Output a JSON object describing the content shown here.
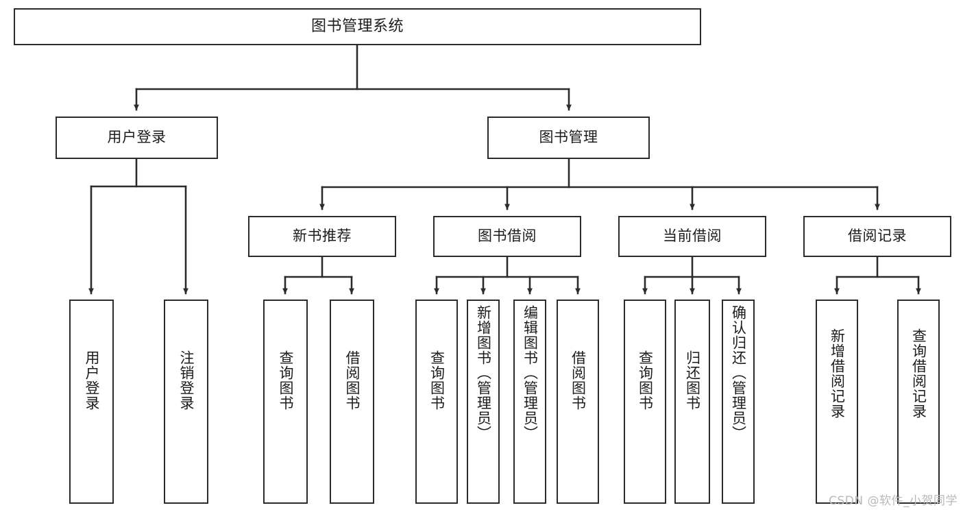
{
  "diagram": {
    "title": "图书管理系统",
    "type": "tree",
    "line_color": "#2b2b2b",
    "box_border_color": "#2b2b2b",
    "box_fill_color": "#ffffff",
    "text_color": "#1c1c1c",
    "background_color": "#ffffff"
  },
  "watermark": {
    "text": "CSDN @软件_小贺同学",
    "color": "#b9b9b9"
  },
  "nodes": {
    "root": {
      "label": "图书管理系统"
    },
    "level2": [
      {
        "id": "user-login",
        "label": "用户登录"
      },
      {
        "id": "book-manage",
        "label": "图书管理"
      }
    ],
    "level3": [
      {
        "id": "new-book-recommend",
        "label": "新书推荐"
      },
      {
        "id": "book-borrow",
        "label": "图书借阅"
      },
      {
        "id": "current-borrow",
        "label": "当前借阅"
      },
      {
        "id": "borrow-record",
        "label": "借阅记录"
      }
    ],
    "leaves": [
      {
        "id": "leaf-user-login",
        "parent": "user-login",
        "label": "用户登录"
      },
      {
        "id": "leaf-logout",
        "parent": "user-login",
        "label": "注销登录"
      },
      {
        "id": "leaf-query-book-1",
        "parent": "new-book-recommend",
        "label": "查询图书"
      },
      {
        "id": "leaf-borrow-book-1",
        "parent": "new-book-recommend",
        "label": "借阅图书"
      },
      {
        "id": "leaf-query-book-2",
        "parent": "book-borrow",
        "label": "查询图书"
      },
      {
        "id": "leaf-add-book",
        "parent": "book-borrow",
        "label": "新增图书（管理员）"
      },
      {
        "id": "leaf-edit-book",
        "parent": "book-borrow",
        "label": "编辑图书（管理员）"
      },
      {
        "id": "leaf-borrow-book-2",
        "parent": "book-borrow",
        "label": "借阅图书"
      },
      {
        "id": "leaf-query-book-3",
        "parent": "current-borrow",
        "label": "查询图书"
      },
      {
        "id": "leaf-return-book",
        "parent": "current-borrow",
        "label": "归还图书"
      },
      {
        "id": "leaf-confirm-return",
        "parent": "current-borrow",
        "label": "确认归还（管理员）"
      },
      {
        "id": "leaf-add-record",
        "parent": "borrow-record",
        "label": "新增借阅记录"
      },
      {
        "id": "leaf-query-record",
        "parent": "borrow-record",
        "label": "查询借阅记录"
      }
    ]
  }
}
